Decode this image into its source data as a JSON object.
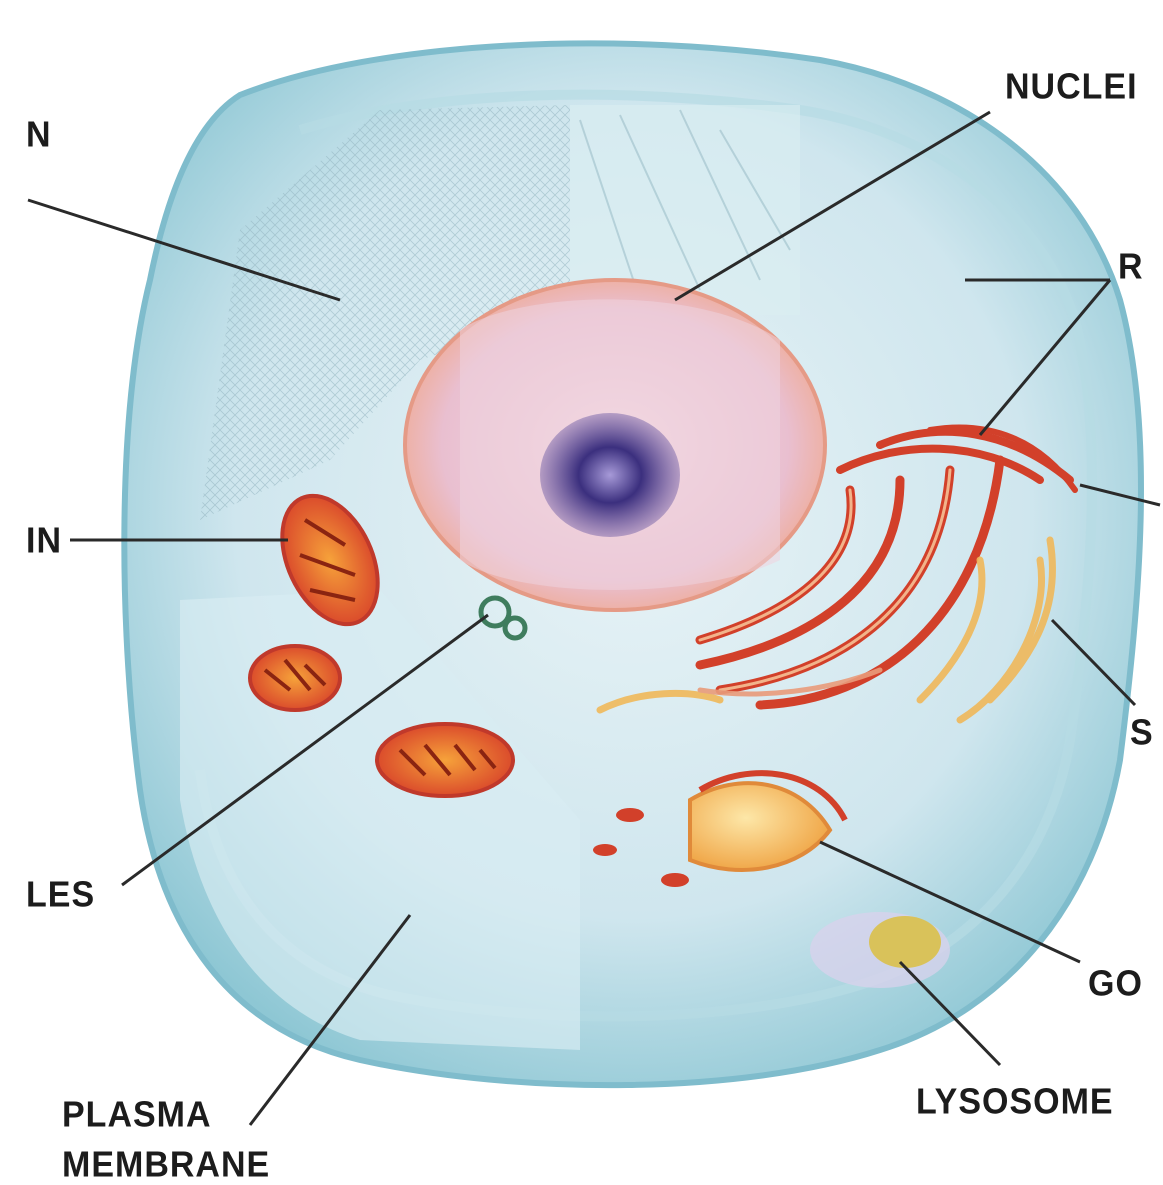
{
  "labels": {
    "nucleus": "NUCLEI",
    "upper_left": "N",
    "right_top": "R",
    "mid_left": "IN",
    "right_mid": "S",
    "vesicles": "LES",
    "golgi": "GO",
    "plasma_membrane_line1": "PLASMA",
    "plasma_membrane_line2": "MEMBRANE",
    "lysosome": "LYSOSOME"
  },
  "colors": {
    "cytoplasm": "#cfe6ee",
    "membrane": "#9fd0dc",
    "nucleus": "#e9c3d2",
    "nucleolus": "#3b2f7e",
    "mitochondria": "#e0542a",
    "rough_er": "#d2402a",
    "golgi": "#f0b85a",
    "lysosome": "#d9c25a",
    "leader_line": "#2a2a2a"
  }
}
